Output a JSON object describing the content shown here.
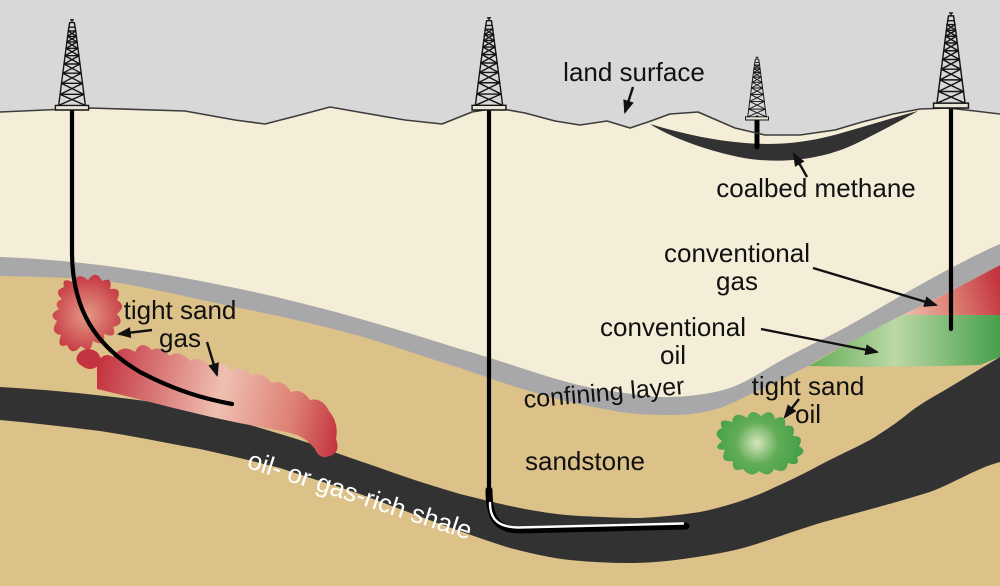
{
  "labels": {
    "land_surface": "land surface",
    "coalbed_methane": "coalbed methane",
    "conventional_gas": {
      "line1": "conventional",
      "line2": "gas"
    },
    "conventional_oil": {
      "line1": "conventional",
      "line2": "oil"
    },
    "tight_sand_gas": {
      "line1": "tight sand",
      "line2": "gas"
    },
    "tight_sand_oil": {
      "line1": "tight sand",
      "line2": "oil"
    },
    "confining_layer": "confining layer",
    "sandstone": "sandstone",
    "shale": "oil- or gas-rich shale"
  },
  "colors": {
    "sky": "#d8d8d8",
    "topsoil": "#f4eed8",
    "sandstone": "#dcc189",
    "confining": "#a8a8aa",
    "shale": "#323232",
    "red_deep": "#c43440",
    "red_mid": "#dd8073",
    "red_pale": "#efc0b2",
    "red_blob_center": "#e59a86",
    "green_deep": "#47a04b",
    "green_mid": "#63ad58",
    "green_pale": "#bcd8a6",
    "green_blob_center": "#d6e7bd",
    "text": "#111111",
    "shale_text": "#ffffff",
    "well": "#000000",
    "surface_line": "#3c3c3c",
    "derrick": "#141414"
  }
}
